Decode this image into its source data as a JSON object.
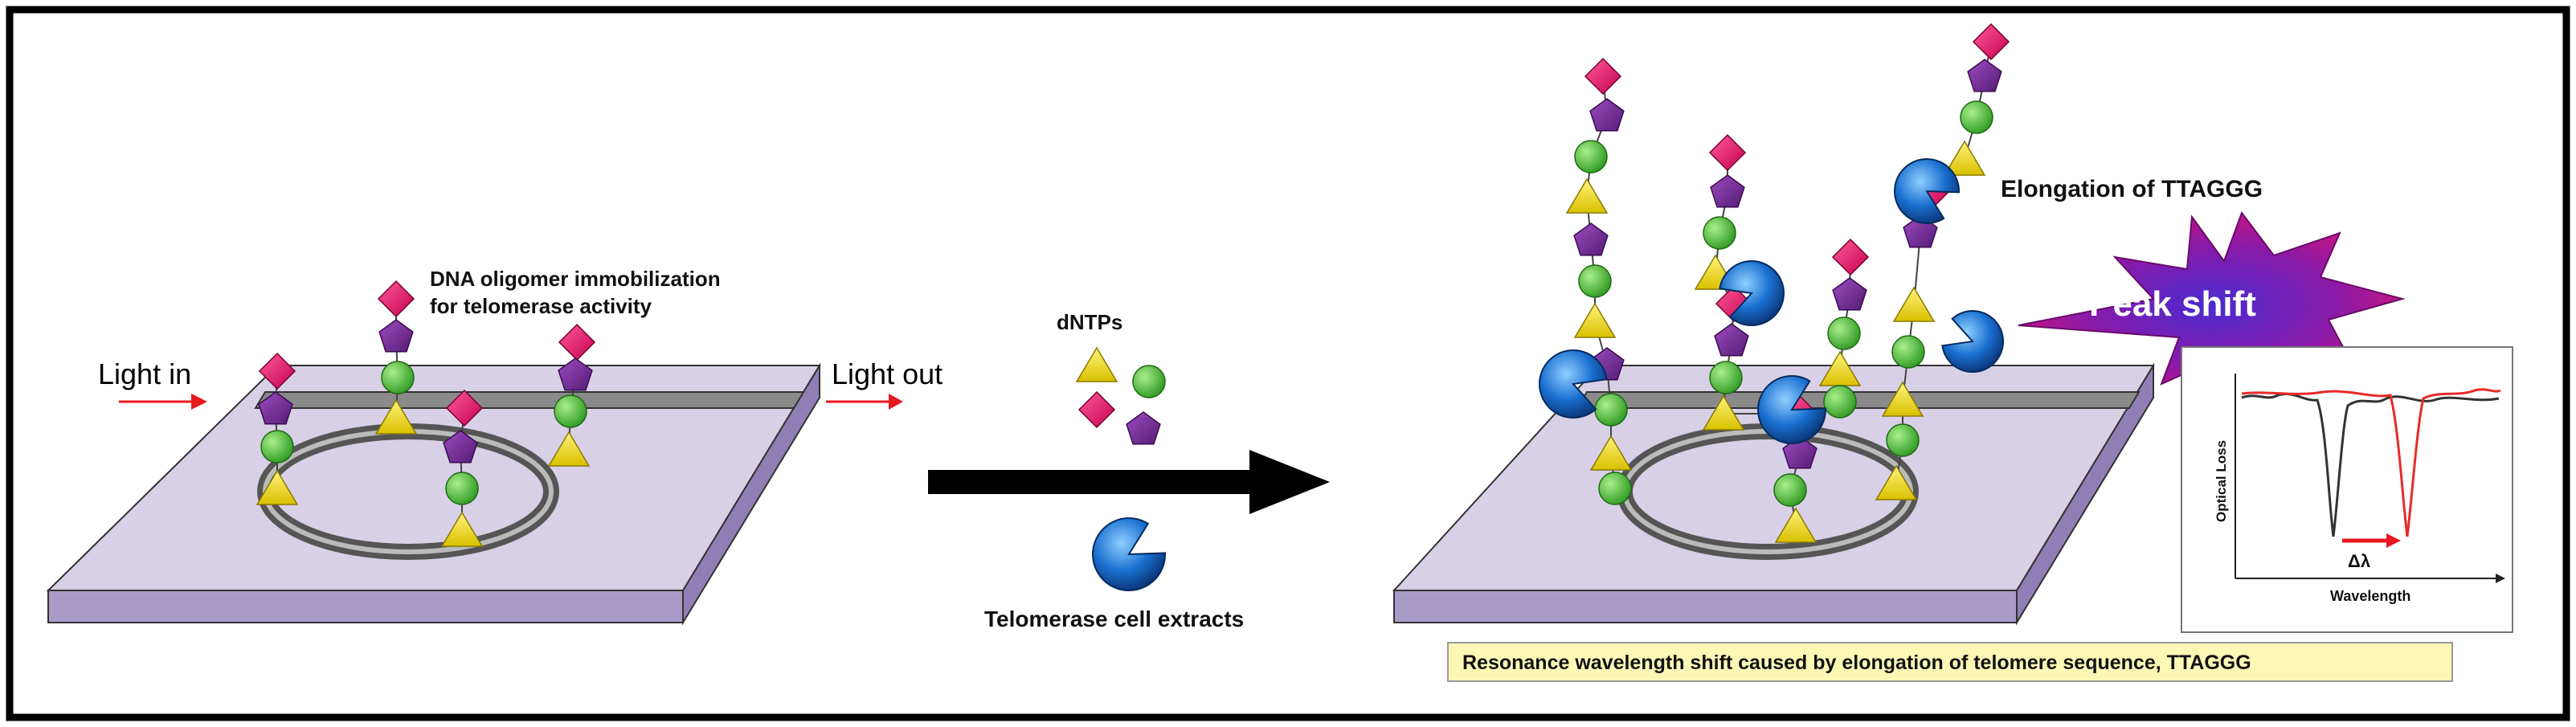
{
  "left_panel": {
    "light_in": "Light in",
    "light_out": "Light out",
    "immobilization_line1": "DNA oligomer immobilization",
    "immobilization_line2": "for telomerase activity"
  },
  "middle_panel": {
    "dntps": "dNTPs",
    "telomerase": "Telomerase cell extracts"
  },
  "right_panel": {
    "elongation": "Elongation of TTAGGG",
    "peak_shift": "Peak shift",
    "caption": "Resonance wavelength shift caused by elongation of telomere sequence, TTAGGG"
  },
  "inset_chart": {
    "ylabel": "Optical Loss",
    "xlabel": "Wavelength",
    "delta": "Δλ"
  },
  "colors": {
    "diamond": "#e8186a",
    "pentagon": "#7a2a9c",
    "circle": "#52c23a",
    "triangle": "#f4e21a",
    "enzyme": "#1577d8",
    "substrate_top": "#d4cde4",
    "substrate_side": "#a99bc8",
    "arrow_red": "#e8191e",
    "curve_black": "#333333",
    "curve_red": "#e82a2a",
    "caption_bg": "#fbf7b5"
  }
}
